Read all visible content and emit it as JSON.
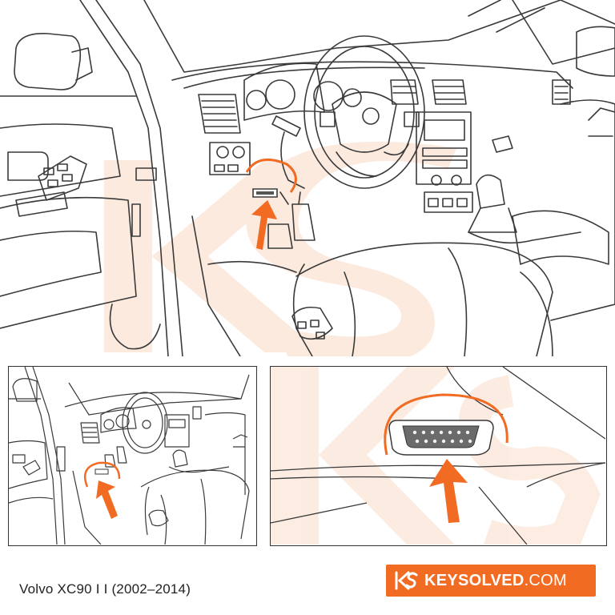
{
  "caption": "Volvo XC90 I I (2002–2014)",
  "brand": {
    "name": "KEYSOLVED",
    "suffix": ".COM",
    "logo_icon": "ks-logo-icon",
    "color": "#f26b22"
  },
  "colors": {
    "accent": "#f26b22",
    "watermark": "#fbd9c4",
    "line": "#3a3a3a"
  },
  "watermark_icon": "ks-watermark-icon"
}
